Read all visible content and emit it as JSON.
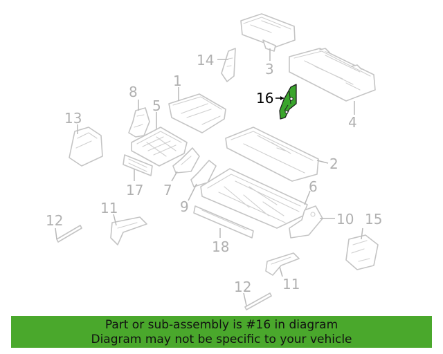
{
  "callouts": {
    "c1": "1",
    "c2": "2",
    "c3": "3",
    "c4": "4",
    "c5": "5",
    "c6": "6",
    "c7": "7",
    "c8": "8",
    "c9": "9",
    "c10": "10",
    "c11a": "11",
    "c11b": "11",
    "c12a": "12",
    "c12b": "12",
    "c13": "13",
    "c14": "14",
    "c15": "15",
    "c16": "16",
    "c17": "17",
    "c18": "18"
  },
  "highlighted_part": "16",
  "colors": {
    "highlight": "#3aa52c",
    "banner": "#4aa82c",
    "part_outline": "#c4c4c4"
  },
  "banner": {
    "line1": "Part or sub-assembly is #16 in diagram",
    "line2": "Diagram may not be specific to your vehicle"
  }
}
